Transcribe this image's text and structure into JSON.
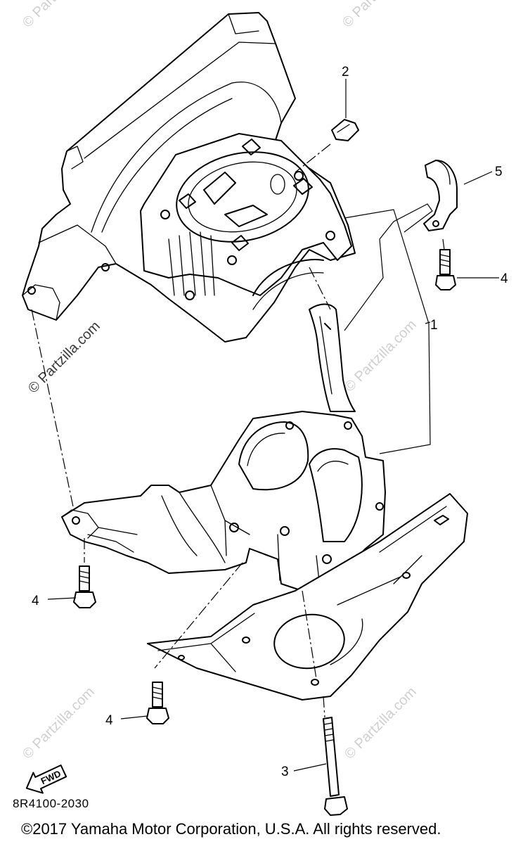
{
  "diagram": {
    "callouts": {
      "part_1": "1",
      "part_2": "2",
      "part_3": "3",
      "part_4_right": "4",
      "part_4_left": "4",
      "part_4_lower": "4",
      "part_5": "5"
    },
    "watermark_text": "© Partzilla.com",
    "forward_label": "FWD",
    "diagram_code": "8R4100-2030",
    "copyright": "©2017 Yamaha Motor Corporation, U.S.A. All rights reserved."
  },
  "colors": {
    "line": "#000000",
    "background": "#ffffff",
    "watermark": "#cfcfcf"
  },
  "icons": [
    "forward-arrow-icon"
  ]
}
